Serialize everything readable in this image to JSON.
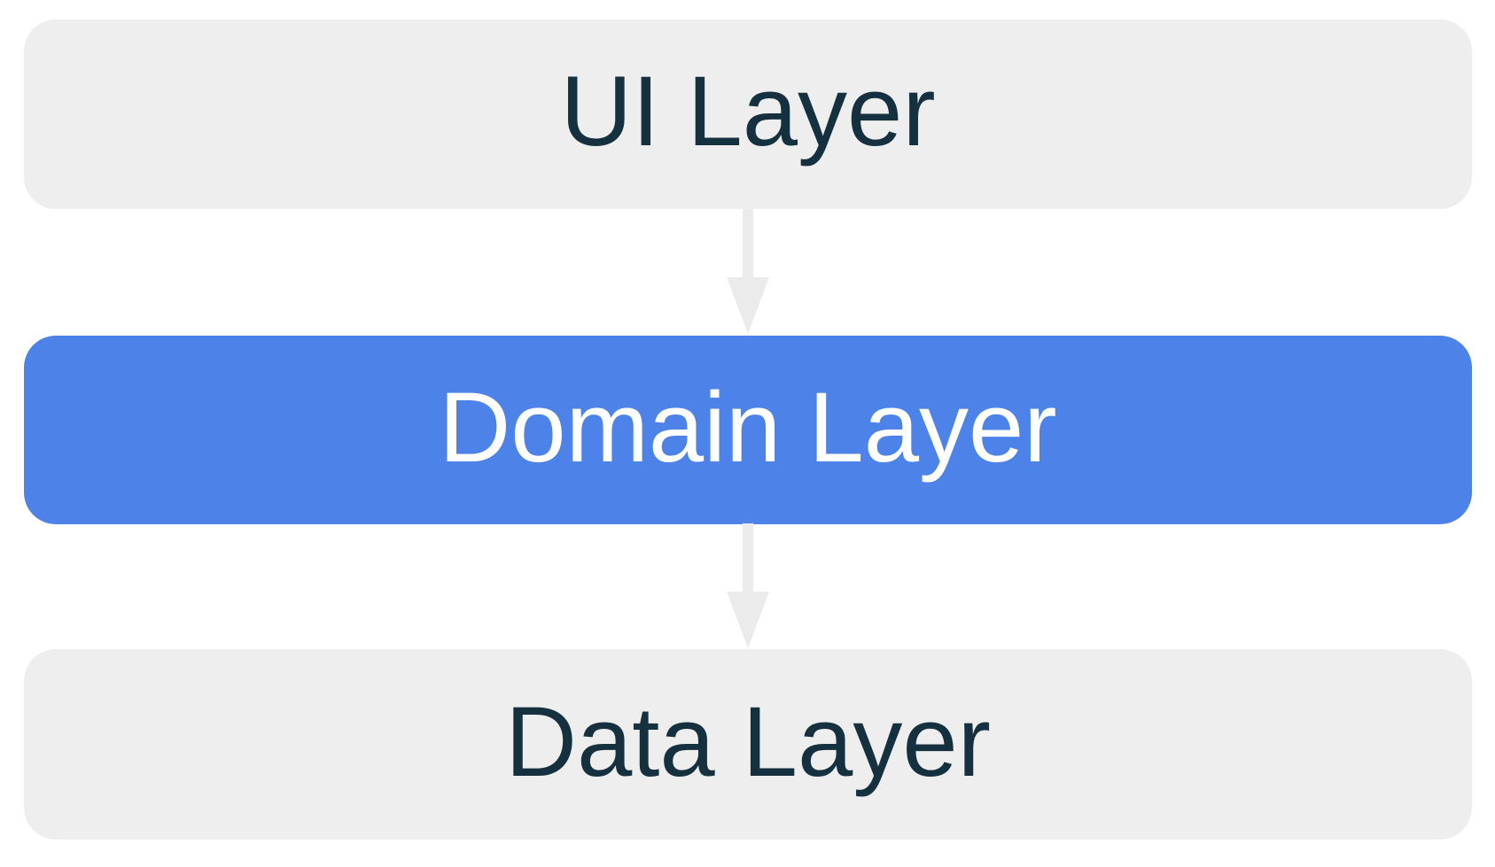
{
  "diagram": {
    "type": "layered-architecture-flow",
    "layers": [
      {
        "id": "ui",
        "label": "UI Layer",
        "variant": "neutral"
      },
      {
        "id": "domain",
        "label": "Domain Layer",
        "variant": "accent"
      },
      {
        "id": "data",
        "label": "Data Layer",
        "variant": "neutral"
      }
    ],
    "arrows": [
      {
        "from": "ui",
        "to": "domain",
        "direction": "down"
      },
      {
        "from": "domain",
        "to": "data",
        "direction": "down"
      }
    ],
    "colors": {
      "background": "#ffffff",
      "neutral_bg": "#eeeeee",
      "accent_bg": "#4d82e8",
      "neutral_text": "#15303e",
      "accent_text": "#ffffff",
      "arrow": "#ebebeb"
    }
  }
}
